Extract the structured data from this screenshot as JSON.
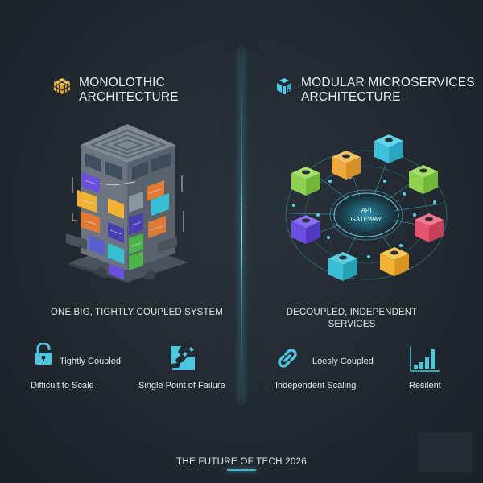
{
  "left": {
    "heading": "MONOLOTHIC ARCHITECTURE",
    "heading_line1": "MONOLOTHIC",
    "heading_line2": "ARCHITECTURE",
    "heading_icon": "cube-grid-icon",
    "icon_color": "#e8b14a",
    "tagline": "ONE BIG, TIGHTLY COUPLED SYSTEM",
    "features": [
      {
        "icon": "unlocked-padlock-icon",
        "label": "Tightly Coupled"
      },
      {
        "label": "Difficult to Scale"
      },
      {
        "icon": "shattered-block-icon",
        "label": "Single Point of Failure"
      }
    ]
  },
  "right": {
    "heading_line1": "MODULAR MICROSERVICES",
    "heading_line2": "ARCHITECTURE",
    "heading_icon": "modular-cube-icon",
    "icon_color": "#4cc7e0",
    "gateway_line1": "API",
    "gateway_line2": "GATEWAY",
    "services": [
      {
        "color": "#8fd14f"
      },
      {
        "color": "#f2a93b"
      },
      {
        "color": "#3fc1dc"
      },
      {
        "color": "#8fd14f"
      },
      {
        "color": "#e4546f"
      },
      {
        "color": "#f2b233"
      },
      {
        "color": "#38bfd3"
      },
      {
        "color": "#6a4fe0"
      }
    ],
    "tagline_line1": "DECOUPLED, INDEPENDENT",
    "tagline_line2": "SERVICES",
    "features": [
      {
        "icon": "chain-link-icon",
        "label": "Loesly Coupled"
      },
      {
        "label": "Independent Scaling"
      },
      {
        "icon": "bar-chart-icon",
        "label": "Resilent"
      }
    ]
  },
  "footer": "THE FUTURE OF TECH 2026",
  "colors": {
    "accent": "#4cc7e0",
    "background": "#232a32",
    "text": "#e8ecef"
  }
}
